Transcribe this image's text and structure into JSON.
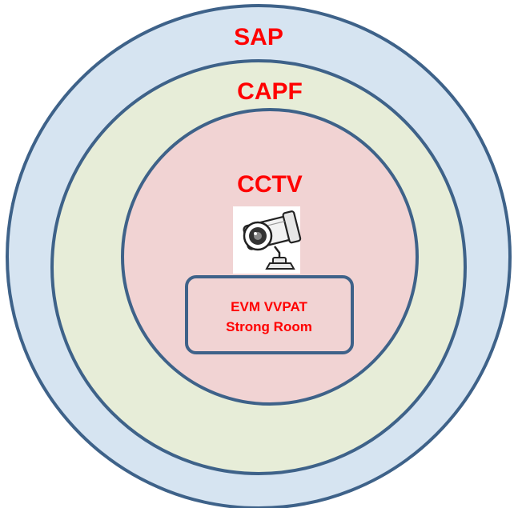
{
  "layers": {
    "outer": {
      "label": "SAP",
      "fill": "#D6E4F1"
    },
    "middle": {
      "label": "CAPF",
      "fill": "#E7EDD8"
    },
    "inner": {
      "label": "CCTV",
      "fill": "#F1D3D3"
    }
  },
  "core_box": {
    "line1": "EVM VVPAT",
    "line2": "Strong Room"
  },
  "camera": {
    "icon": "cctv-camera-icon"
  },
  "colors": {
    "ring_stroke": "#3E6289",
    "label_red": "#FF0000",
    "box_fill": "#F1D3D3"
  }
}
